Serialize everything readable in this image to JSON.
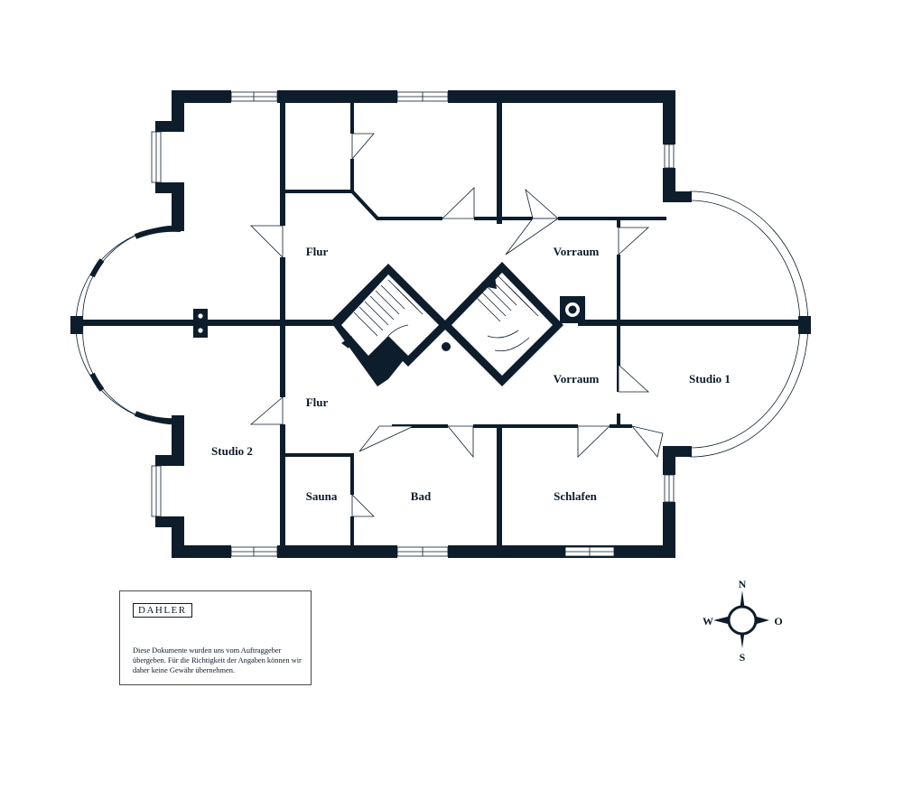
{
  "rooms": {
    "flur_north": "Flur",
    "flur_south": "Flur",
    "vorraum_north": "Vorraum",
    "vorraum_south": "Vorraum",
    "studio1": "Studio 1",
    "studio2": "Studio 2",
    "sauna": "Sauna",
    "bad": "Bad",
    "schlafen": "Schlafen"
  },
  "info": {
    "brand": "DAHLER",
    "disclaimer": "Diese Dokumente wurden uns vom Auftraggeber übergeben. Für die Richtigkeit der Angaben können wir daher keine Gewähr übernehmen."
  },
  "compass": {
    "north": "N",
    "south": "S",
    "west": "W",
    "east": "O"
  },
  "colors": {
    "wall": "#0e1d2c",
    "background": "#ffffff"
  }
}
